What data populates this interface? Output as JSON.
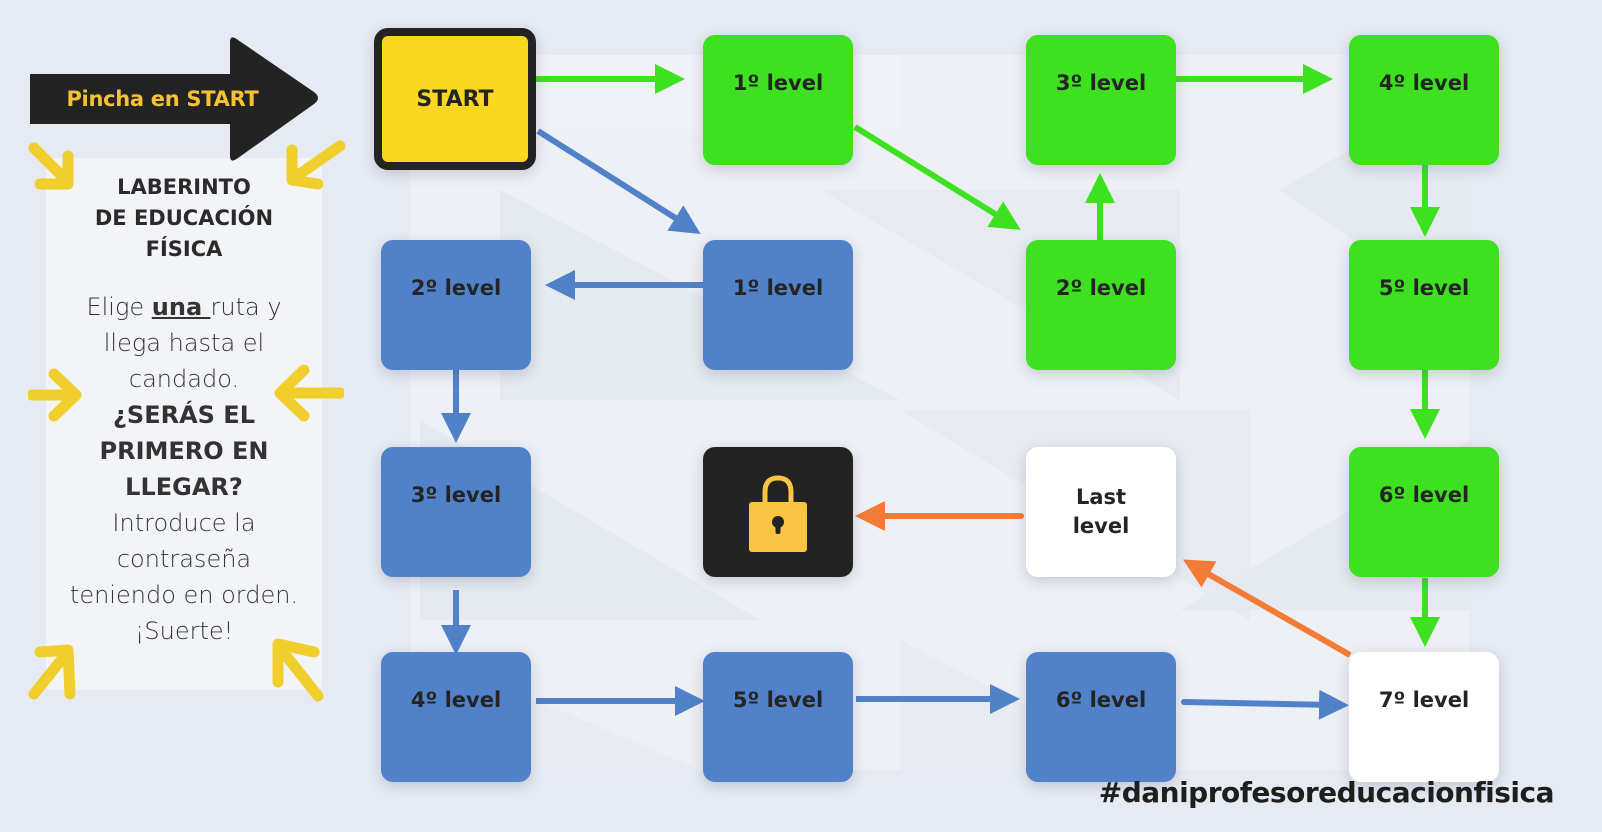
{
  "banner": {
    "label": "Pincha en START",
    "color": "#f5c233",
    "arrow_color": "#232323"
  },
  "info": {
    "title_lines": [
      "LABERINTO",
      "DE EDUCACIÓN",
      "FÍSICA"
    ],
    "body": {
      "elige": "Elige ",
      "una": "una ",
      "ruta": "ruta y",
      "line2": "llega hasta el",
      "line3": "candado.",
      "bold1": "¿SERÁS EL",
      "bold2": "PRIMERO EN",
      "bold3": "LLEGAR?",
      "line7": "Introduce la",
      "line8": "contraseña",
      "line9": "teniendo en orden.",
      "line10": "¡Suerte!"
    }
  },
  "colors": {
    "green_route": "#3de11f",
    "blue_route": "#5182c9",
    "orange_route": "#f47b35",
    "start_fill": "#f8d71e",
    "lock_tile": "#232323",
    "lock_icon": "#f9c543",
    "chevrons": "#f0cf2c"
  },
  "tiles": {
    "start": "START",
    "green": {
      "l1": "1º level",
      "l2": "2º level",
      "l3": "3º level",
      "l4": "4º level",
      "l5": "5º level",
      "l6": "6º level"
    },
    "blue": {
      "l1": "1º level",
      "l2": "2º level",
      "l3": "3º level",
      "l4": "4º level",
      "l5": "5º level",
      "l6": "6º level"
    },
    "seventh": "7º level",
    "last_line1": "Last",
    "last_line2": "level",
    "lock_icon": "padlock-icon"
  },
  "hashtag": "#daniprofesoreducacionfisica"
}
